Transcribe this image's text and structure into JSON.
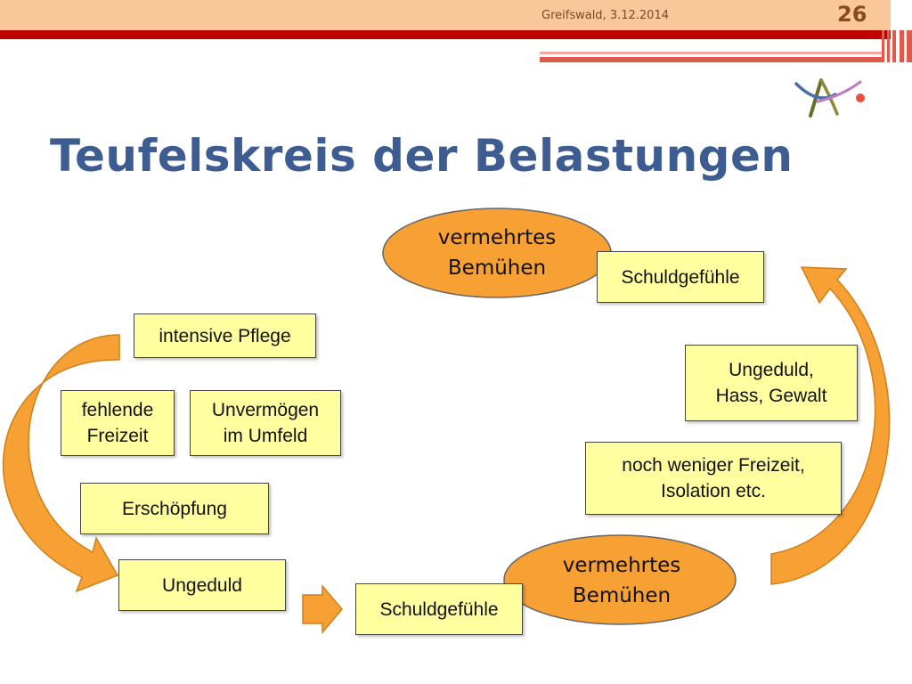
{
  "header": {
    "location_date": "Greifswald, 3.12.2014",
    "slide_number": "26"
  },
  "title": "Teufelskreis der Belastungen",
  "colors": {
    "title": "#3d5c92",
    "box_fill": "#ffff9f",
    "ellipse_fill": "#f7a033",
    "arrow_fill": "#f7a033",
    "header_band": "#f9c79a",
    "header_red": "#c00000"
  },
  "nodes": {
    "ellipse_top": {
      "line1": "vermehrtes",
      "line2": "Bemühen"
    },
    "ellipse_bottom": {
      "line1": "vermehrtes",
      "line2": "Bemühen"
    },
    "schuld_top": "Schuldgefühle",
    "intensive_pflege": "intensive Pflege",
    "fehlende_freizeit": {
      "line1": "fehlende",
      "line2": "Freizeit"
    },
    "unvermoegen": {
      "line1": "Unvermögen",
      "line2": "im Umfeld"
    },
    "erschoepfung": "Erschöpfung",
    "ungeduld": "Ungeduld",
    "schuld_bottom": "Schuldgefühle",
    "ungeduld_hass": {
      "line1": "Ungeduld,",
      "line2": "Hass, Gewalt"
    },
    "noch_weniger": {
      "line1": "noch weniger Freizeit,",
      "line2": "Isolation etc."
    }
  }
}
